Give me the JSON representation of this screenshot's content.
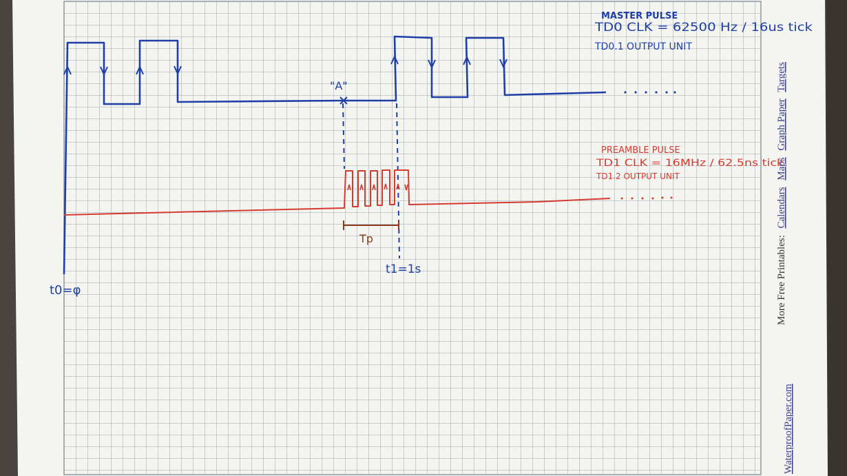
{
  "master_pulse": {
    "title": "MASTER PULSE",
    "clock": "TD0 CLK = 62500 Hz / 16us tick",
    "output": "TD0.1 OUTPUT UNIT"
  },
  "preamble_pulse": {
    "title": "PREAMBLE PULSE",
    "clock": "TD1 CLK = 16MHz / 62.5ns tick",
    "output": "TD1.2 OUTPUT UNIT"
  },
  "labels": {
    "point_a": "\"A\"",
    "t0": "t0=φ",
    "t1": "t1=1s",
    "tp": "Tp"
  },
  "printed_margin": {
    "prefix": "More Free Printables:",
    "links": [
      "Calendars",
      "Maps",
      "Graph Paper",
      "Targets"
    ],
    "site": "WaterproofPaper.com"
  },
  "colors": {
    "master_ink": "#1f3fa8",
    "preamble_ink": "#d63a2e",
    "tp_ink": "#8a3b1c",
    "grid": "#9aa4ab",
    "paper": "#f4f4f1"
  }
}
